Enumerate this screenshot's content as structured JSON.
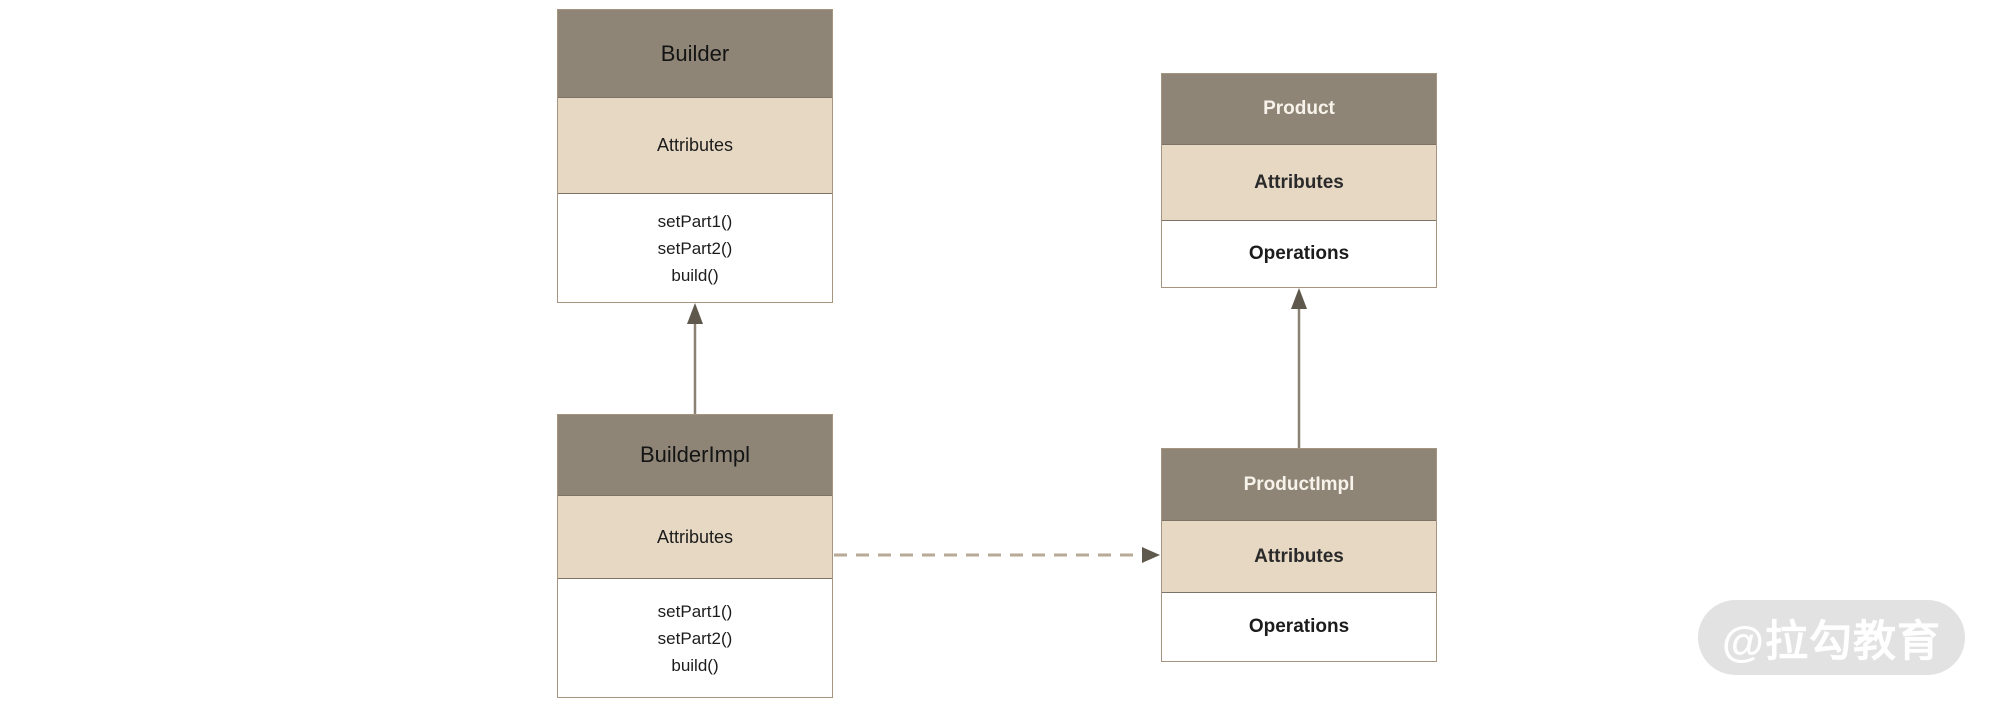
{
  "diagram_type": "uml-class-diagram",
  "boxes": {
    "builder": {
      "title": "Builder",
      "attributes_label": "Attributes",
      "methods": [
        "setPart1()",
        "setPart2()",
        "build()"
      ]
    },
    "builder_impl": {
      "title": "BuilderImpl",
      "attributes_label": "Attributes",
      "methods": [
        "setPart1()",
        "setPart2()",
        "build()"
      ]
    },
    "product": {
      "title": "Product",
      "attributes_label": "Attributes",
      "operations_label": "Operations"
    },
    "product_impl": {
      "title": "ProductImpl",
      "attributes_label": "Attributes",
      "operations_label": "Operations"
    }
  },
  "relations": [
    {
      "from": "BuilderImpl",
      "to": "Builder",
      "type": "inheritance",
      "line_style": "solid",
      "arrowhead": "filled-triangle"
    },
    {
      "from": "ProductImpl",
      "to": "Product",
      "type": "inheritance",
      "line_style": "solid",
      "arrowhead": "filled-triangle"
    },
    {
      "from": "BuilderImpl",
      "to": "ProductImpl",
      "type": "dependency",
      "line_style": "dashed",
      "arrowhead": "filled-triangle"
    }
  ],
  "watermark": {
    "text": "@拉勾教育"
  },
  "colors": {
    "page_bg": "#ffffff",
    "header_bg": "#8e8577",
    "attributes_bg": "#e6d8c3",
    "operations_bg": "#ffffff",
    "box_border": "#a5947f",
    "section_divider": "#7c7366",
    "header_text_dark": "#141414",
    "header_text_light": "#f8f3ea",
    "arrow": "#8a8172",
    "arrow_dash": "#b7aa96",
    "arrowhead": "#5f584c",
    "watermark_bg": "#e2e2e2",
    "watermark_text": "#ffffff"
  }
}
